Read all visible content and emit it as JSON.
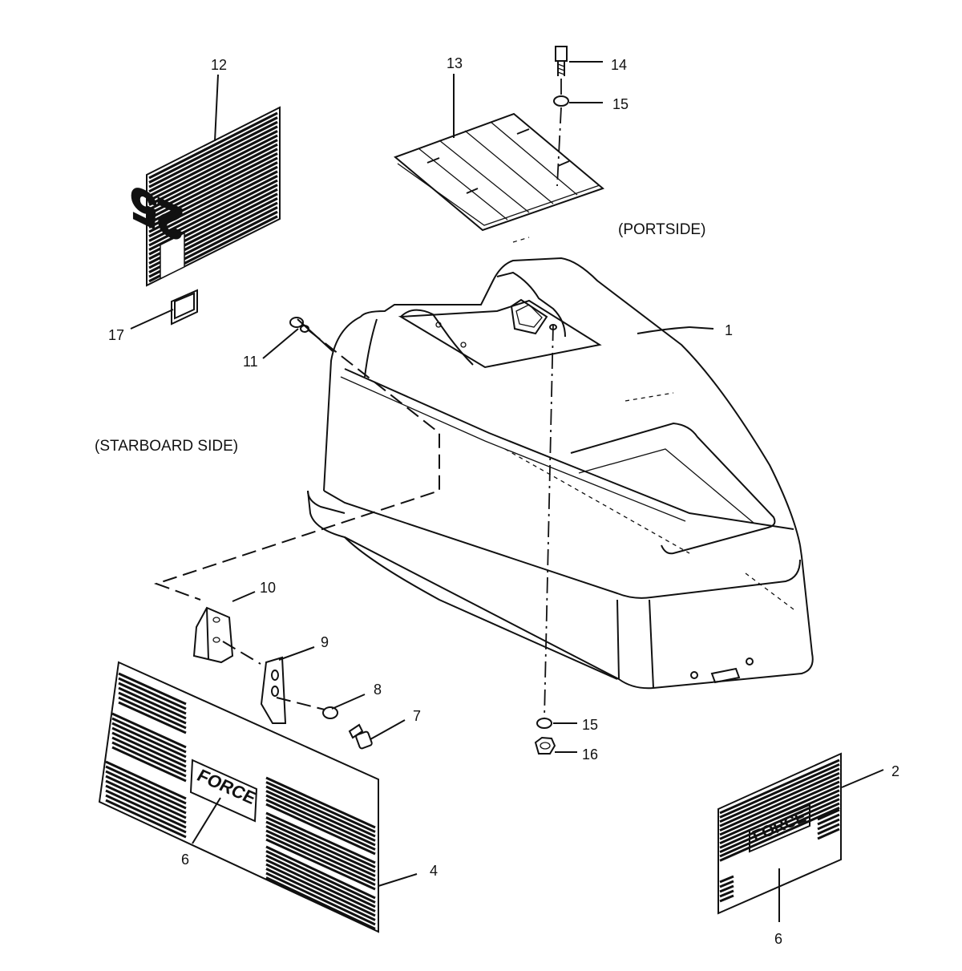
{
  "labels": {
    "side_portside": "(PORTSIDE)",
    "side_starboard": "(STARBOARD SIDE)"
  },
  "callouts": [
    {
      "id": "1",
      "text": "1"
    },
    {
      "id": "2",
      "text": "2"
    },
    {
      "id": "4",
      "text": "4"
    },
    {
      "id": "6a",
      "text": "6"
    },
    {
      "id": "6b",
      "text": "6"
    },
    {
      "id": "7",
      "text": "7"
    },
    {
      "id": "8",
      "text": "8"
    },
    {
      "id": "9",
      "text": "9"
    },
    {
      "id": "10",
      "text": "10"
    },
    {
      "id": "11",
      "text": "11"
    },
    {
      "id": "12",
      "text": "12"
    },
    {
      "id": "13",
      "text": "13"
    },
    {
      "id": "14",
      "text": "14"
    },
    {
      "id": "15a",
      "text": "15"
    },
    {
      "id": "15b",
      "text": "15"
    },
    {
      "id": "16",
      "text": "16"
    },
    {
      "id": "17",
      "text": "17"
    }
  ],
  "decal_text": {
    "force_small": "FORCE",
    "force_large": "FORCE",
    "model_number": "25"
  },
  "colors": {
    "ink": "#111111",
    "paper": "#ffffff"
  }
}
